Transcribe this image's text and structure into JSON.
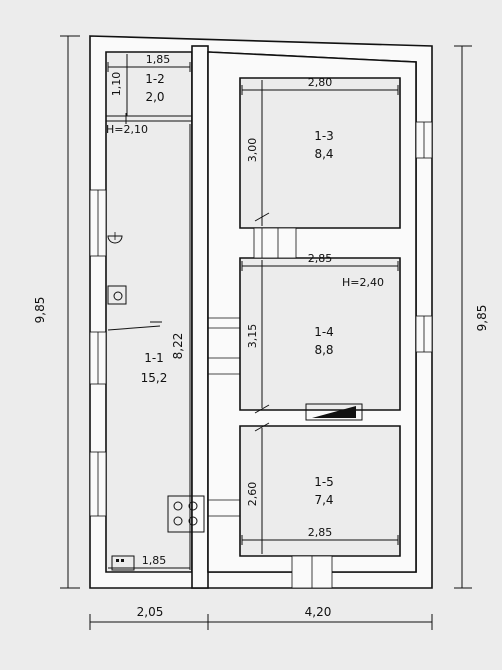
{
  "colors": {
    "paper": "#ececec",
    "wall": "#fafafa",
    "ink": "#111111"
  },
  "overall": {
    "height_left": "9,85",
    "height_right": "9,85",
    "width_left": "2,05",
    "width_right": "4,20"
  },
  "rooms": [
    {
      "id": "1-1",
      "area": "15,2",
      "dims": [
        "8,22",
        "1,85"
      ]
    },
    {
      "id": "1-2",
      "area": "2,0",
      "dims": [
        "1,85",
        "1,10"
      ],
      "height": "H=2,10"
    },
    {
      "id": "1-3",
      "area": "8,4",
      "dims": [
        "2,80",
        "3,00"
      ]
    },
    {
      "id": "1-4",
      "area": "8,8",
      "dims": [
        "2,85",
        "3,15"
      ],
      "height": "H=2,40"
    },
    {
      "id": "1-5",
      "area": "7,4",
      "dims": [
        "2,85",
        "2,60"
      ]
    }
  ],
  "fixtures": [
    "sink-icon",
    "boiler-icon",
    "stove-icon",
    "heater-icon",
    "appliance-icon"
  ]
}
